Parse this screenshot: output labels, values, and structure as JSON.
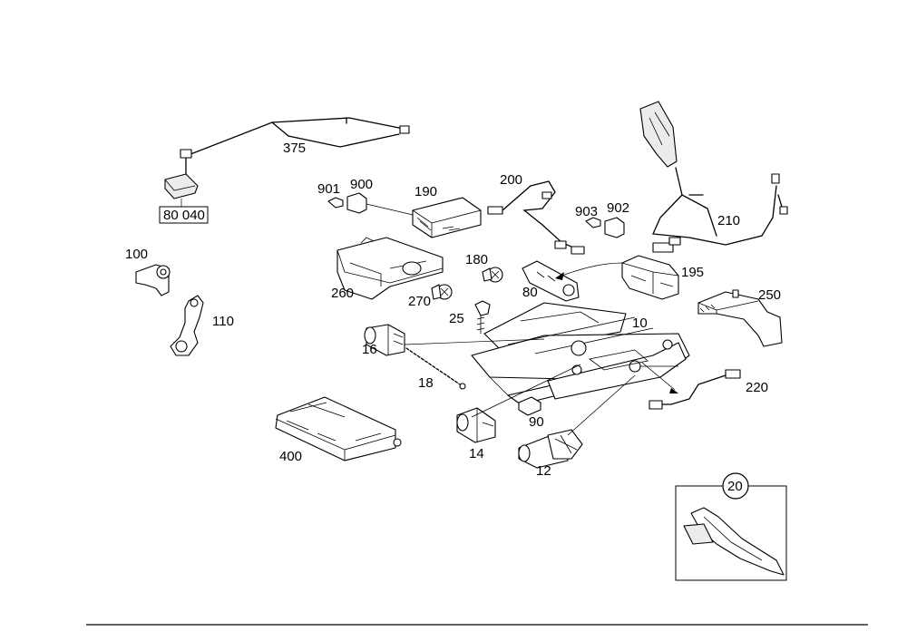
{
  "diagram": {
    "callouts": {
      "c375": "375",
      "c80040": "80 040",
      "c100": "100",
      "c110": "110",
      "c901": "901",
      "c900": "900",
      "c190": "190",
      "c200": "200",
      "c903": "903",
      "c902": "902",
      "c210": "210",
      "c195": "195",
      "c180": "180",
      "c80": "80",
      "c260": "260",
      "c270": "270",
      "c25": "25",
      "c10": "10",
      "c250": "250",
      "c16": "16",
      "c18": "18",
      "c220": "220",
      "c90": "90",
      "c400": "400",
      "c14": "14",
      "c12": "12",
      "c20": "20"
    }
  }
}
